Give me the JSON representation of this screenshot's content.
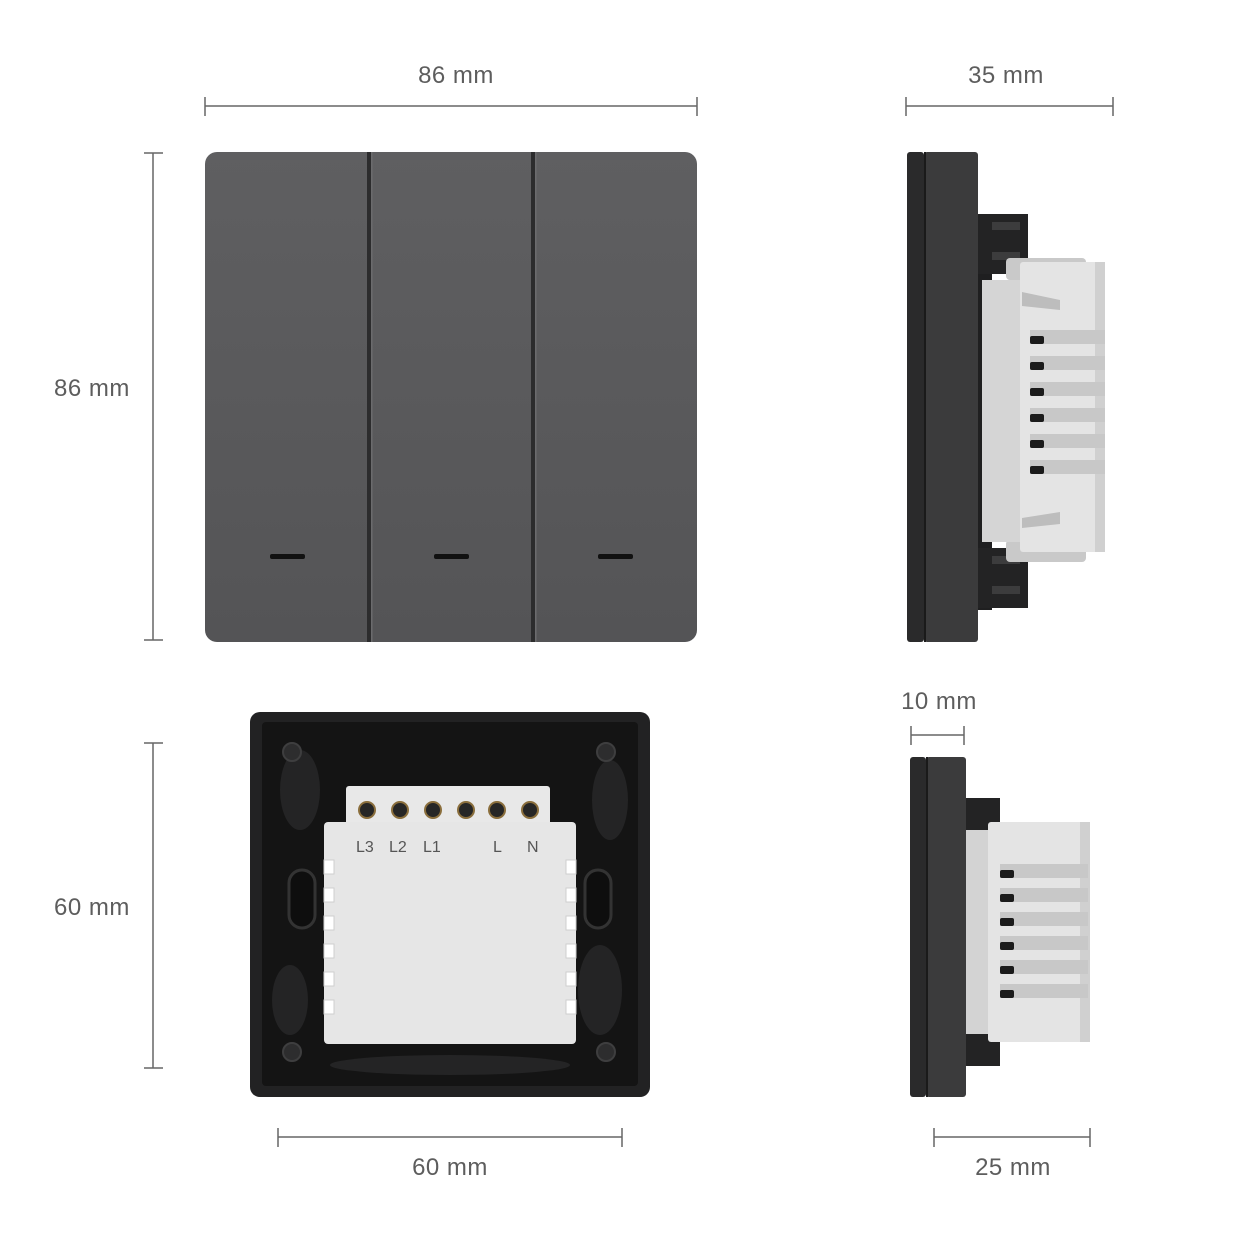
{
  "dimensions": {
    "front_width": "86 mm",
    "front_height": "86 mm",
    "side_depth_total": "35 mm",
    "back_width": "60 mm",
    "back_height": "60 mm",
    "side_panel_depth": "10 mm",
    "side_module_depth": "25 mm"
  },
  "terminals": {
    "labels": [
      "L3",
      "L2",
      "L1",
      "L",
      "N"
    ]
  },
  "product": {
    "gang_count": 3
  },
  "colors": {
    "panel": "#5a5a5c",
    "panel_dark": "#333334",
    "frame": "#1e1e1f",
    "module": "#e3e3e3",
    "dimension_line": "#666666",
    "label": "#5d5d5d",
    "indicator": "#111111"
  }
}
